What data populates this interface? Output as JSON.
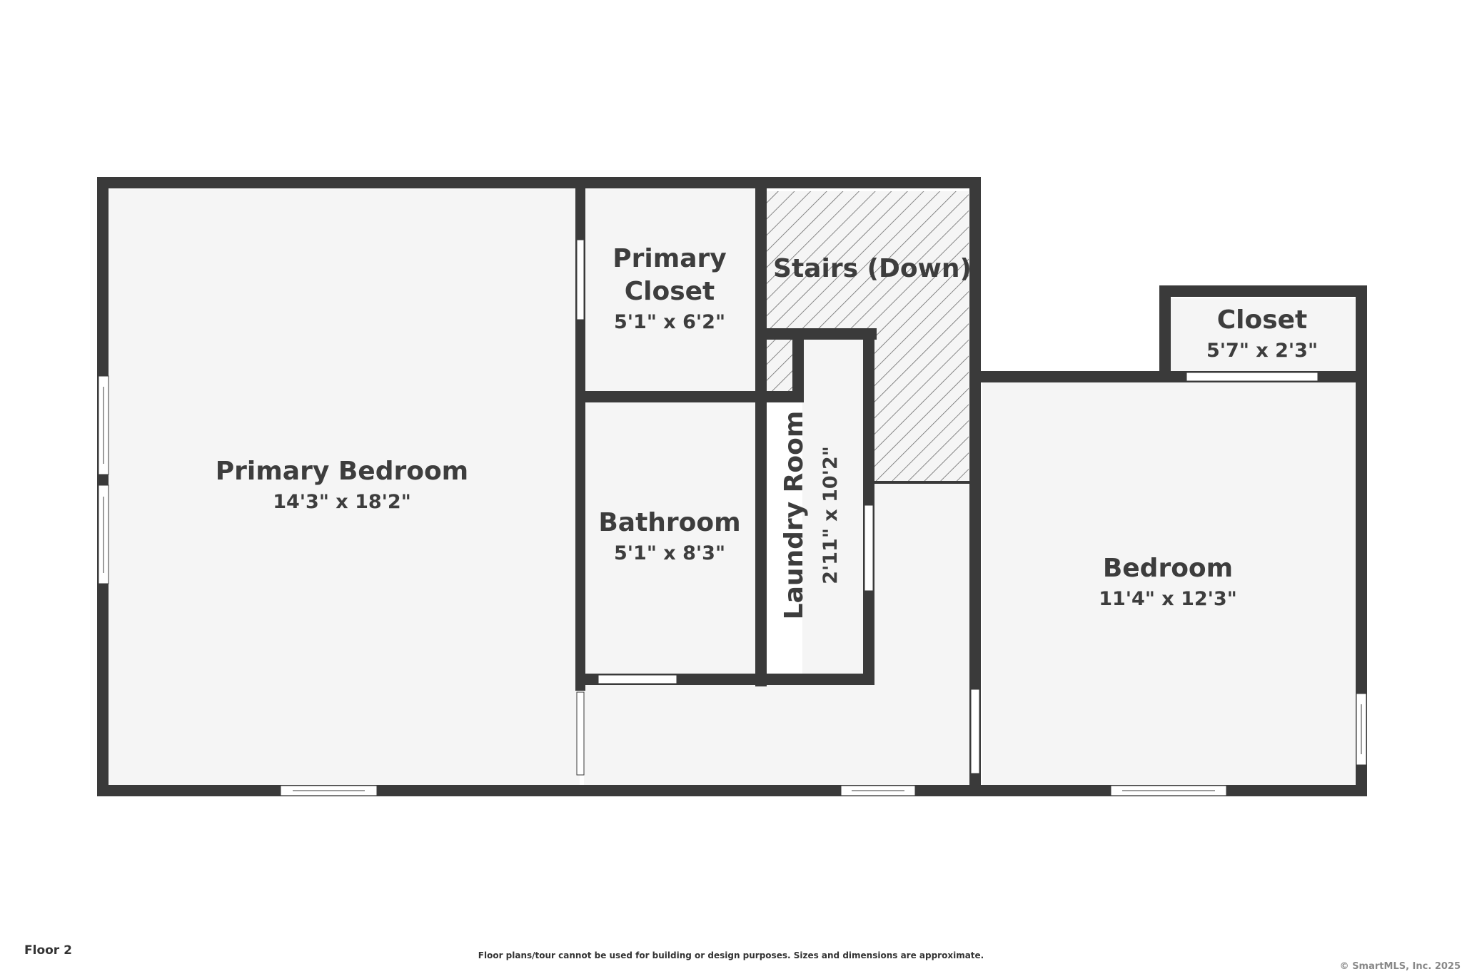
{
  "floor_label": "Floor 2",
  "disclaimer": "Floor plans/tour cannot be used for building or design purposes. Sizes and dimensions are approximate.",
  "copyright": "© SmartMLS, Inc.  2025",
  "colors": {
    "wall": "#3a3a3a",
    "floor": "#f5f5f5",
    "text": "#3d3d3d",
    "window": "#ffffff"
  },
  "rooms": {
    "primary_bedroom": {
      "name": "Primary Bedroom",
      "dims": "14'3\" x 18'2\""
    },
    "primary_closet": {
      "name_line1": "Primary",
      "name_line2": "Closet",
      "dims": "5'1\" x 6'2\""
    },
    "stairs": {
      "name": "Stairs (Down)"
    },
    "bathroom": {
      "name": "Bathroom",
      "dims": "5'1\" x 8'3\""
    },
    "laundry": {
      "name": "Laundry Room",
      "dims": "2'11\" x 10'2\""
    },
    "closet": {
      "name": "Closet",
      "dims": "5'7\" x 2'3\""
    },
    "bedroom": {
      "name": "Bedroom",
      "dims": "11'4\" x 12'3\""
    }
  }
}
